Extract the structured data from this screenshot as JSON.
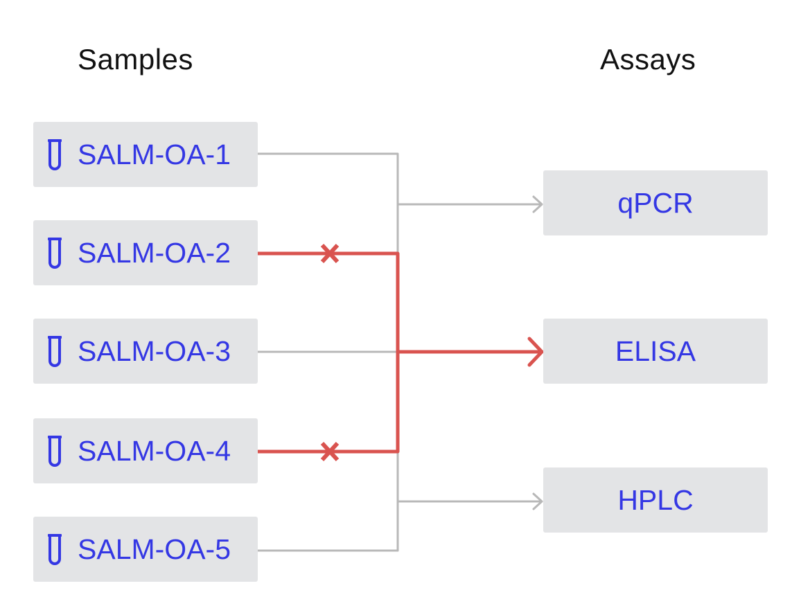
{
  "headings": {
    "samples": "Samples",
    "assays": "Assays"
  },
  "samples": [
    {
      "label": "SALM-OA-1",
      "icon": "test-tube-icon"
    },
    {
      "label": "SALM-OA-2",
      "icon": "test-tube-icon"
    },
    {
      "label": "SALM-OA-3",
      "icon": "test-tube-icon"
    },
    {
      "label": "SALM-OA-4",
      "icon": "test-tube-icon"
    },
    {
      "label": "SALM-OA-5",
      "icon": "test-tube-icon"
    }
  ],
  "assays": [
    {
      "label": "qPCR"
    },
    {
      "label": "ELISA"
    },
    {
      "label": "HPLC"
    }
  ],
  "connections": [
    {
      "sample": "SALM-OA-1",
      "assay": "qPCR",
      "state": "normal"
    },
    {
      "sample": "SALM-OA-2",
      "assay": "ELISA",
      "state": "blocked"
    },
    {
      "sample": "SALM-OA-3",
      "assay": "ELISA",
      "state": "normal"
    },
    {
      "sample": "SALM-OA-4",
      "assay": "ELISA",
      "state": "blocked"
    },
    {
      "sample": "SALM-OA-5",
      "assay": "HPLC",
      "state": "normal"
    }
  ],
  "colors": {
    "text_accent": "#3437e4",
    "box_background": "#e3e4e6",
    "normal_line": "#b8b8b8",
    "highlight_line": "#d9534f",
    "heading_text": "#111111"
  }
}
